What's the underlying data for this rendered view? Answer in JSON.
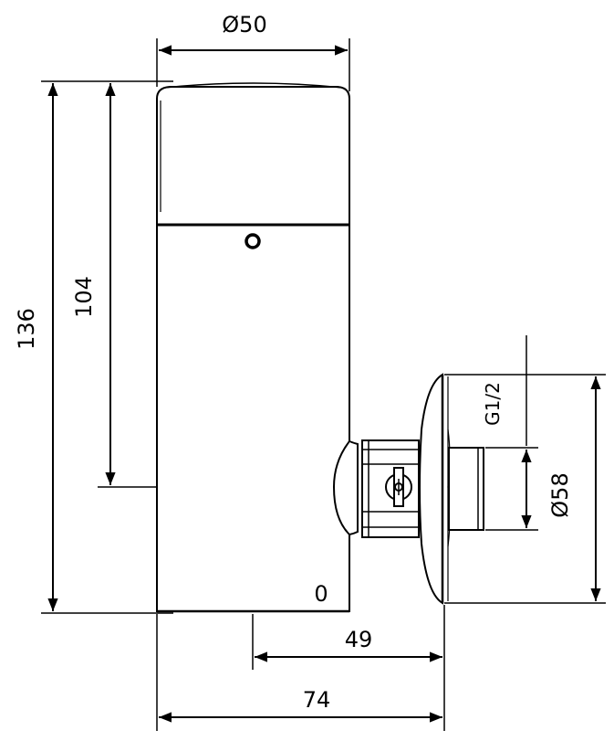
{
  "dimensions": {
    "diameter_body": "Ø50",
    "height_total": "136",
    "height_inlet": "104",
    "inlet_offset": "49",
    "total_depth": "74",
    "flange_diameter": "Ø58",
    "thread": "G1/2"
  },
  "markings": {
    "zero_mark": "0"
  }
}
